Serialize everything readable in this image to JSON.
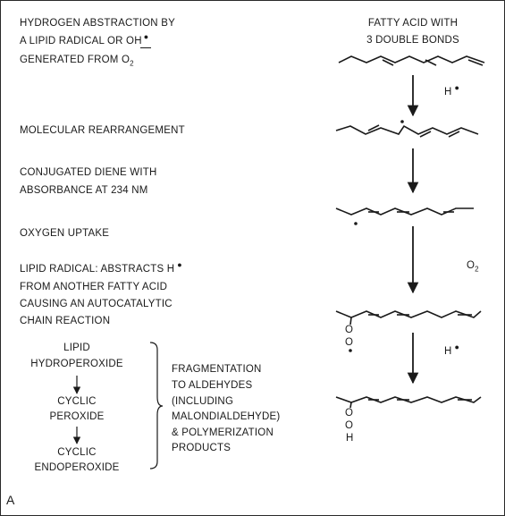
{
  "steps": {
    "abstraction": [
      "HYDROGEN ABSTRACTION BY",
      "A LIPID RADICAL OR OH",
      "GENERATED FROM O",
      "2"
    ],
    "rearrangement": "MOLECULAR REARRANGEMENT",
    "diene": [
      "CONJUGATED DIENE WITH",
      "ABSORBANCE AT 234 NM"
    ],
    "oxygen": "OXYGEN UPTAKE",
    "lipid_radical": [
      "LIPID RADICAL: ABSTRACTS H",
      "FROM ANOTHER FATTY ACID",
      "CAUSING AN AUTOCATALYTIC",
      "CHAIN REACTION"
    ]
  },
  "peroxides": {
    "lipid_hydroperoxide": [
      "LIPID",
      "HYDROPEROXIDE"
    ],
    "cyclic_peroxide": [
      "CYCLIC",
      "PEROXIDE"
    ],
    "cyclic_endoperoxide": [
      "CYCLIC",
      "ENDOPEROXIDE"
    ]
  },
  "fragmentation": [
    "FRAGMENTATION",
    "TO ALDEHYDES",
    "(INCLUDING",
    "MALONDIALDEHYDE)",
    "& POLYMERIZATION",
    "PRODUCTS"
  ],
  "structures": {
    "fatty_acid": [
      "FATTY ACID WITH",
      "3 DOUBLE BONDS"
    ],
    "h_label": "H",
    "o2_label": "O",
    "o2_sub": "2",
    "o_label": "O",
    "h_atom": "H"
  },
  "panel_label": "A"
}
